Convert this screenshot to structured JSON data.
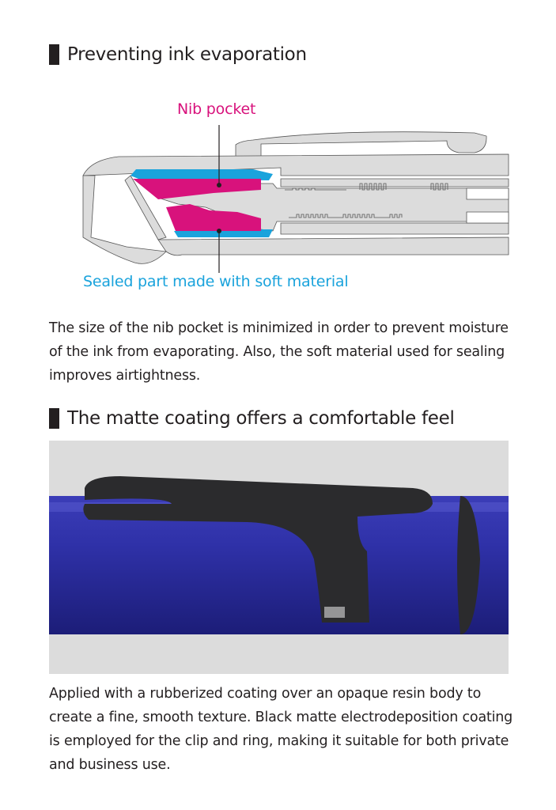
{
  "section1": {
    "heading": "Preventing ink evaporation",
    "diagram": {
      "label_top": "Nib pocket",
      "label_bottom": "Sealed part made with soft material",
      "colors": {
        "nib_pocket": "#d8127c",
        "seal": "#1aa3dc",
        "body": "#dcdcdc"
      }
    },
    "paragraph": "The size of the nib pocket is minimized in order to prevent moisture of the ink from evaporating. Also, the soft material used for sealing improves airtightness."
  },
  "section2": {
    "heading": "The matte coating offers a comfortable feel",
    "photo_colors": {
      "background": "#dcdcdc",
      "pen_body": "#2a2ca0",
      "clip": "#2b2b2d"
    },
    "paragraph": "Applied with a rubberized coating over an opaque resin body to create a fine, smooth texture. Black matte electrodeposition coating is employed for the clip and ring, making it suitable for both private and business use."
  }
}
